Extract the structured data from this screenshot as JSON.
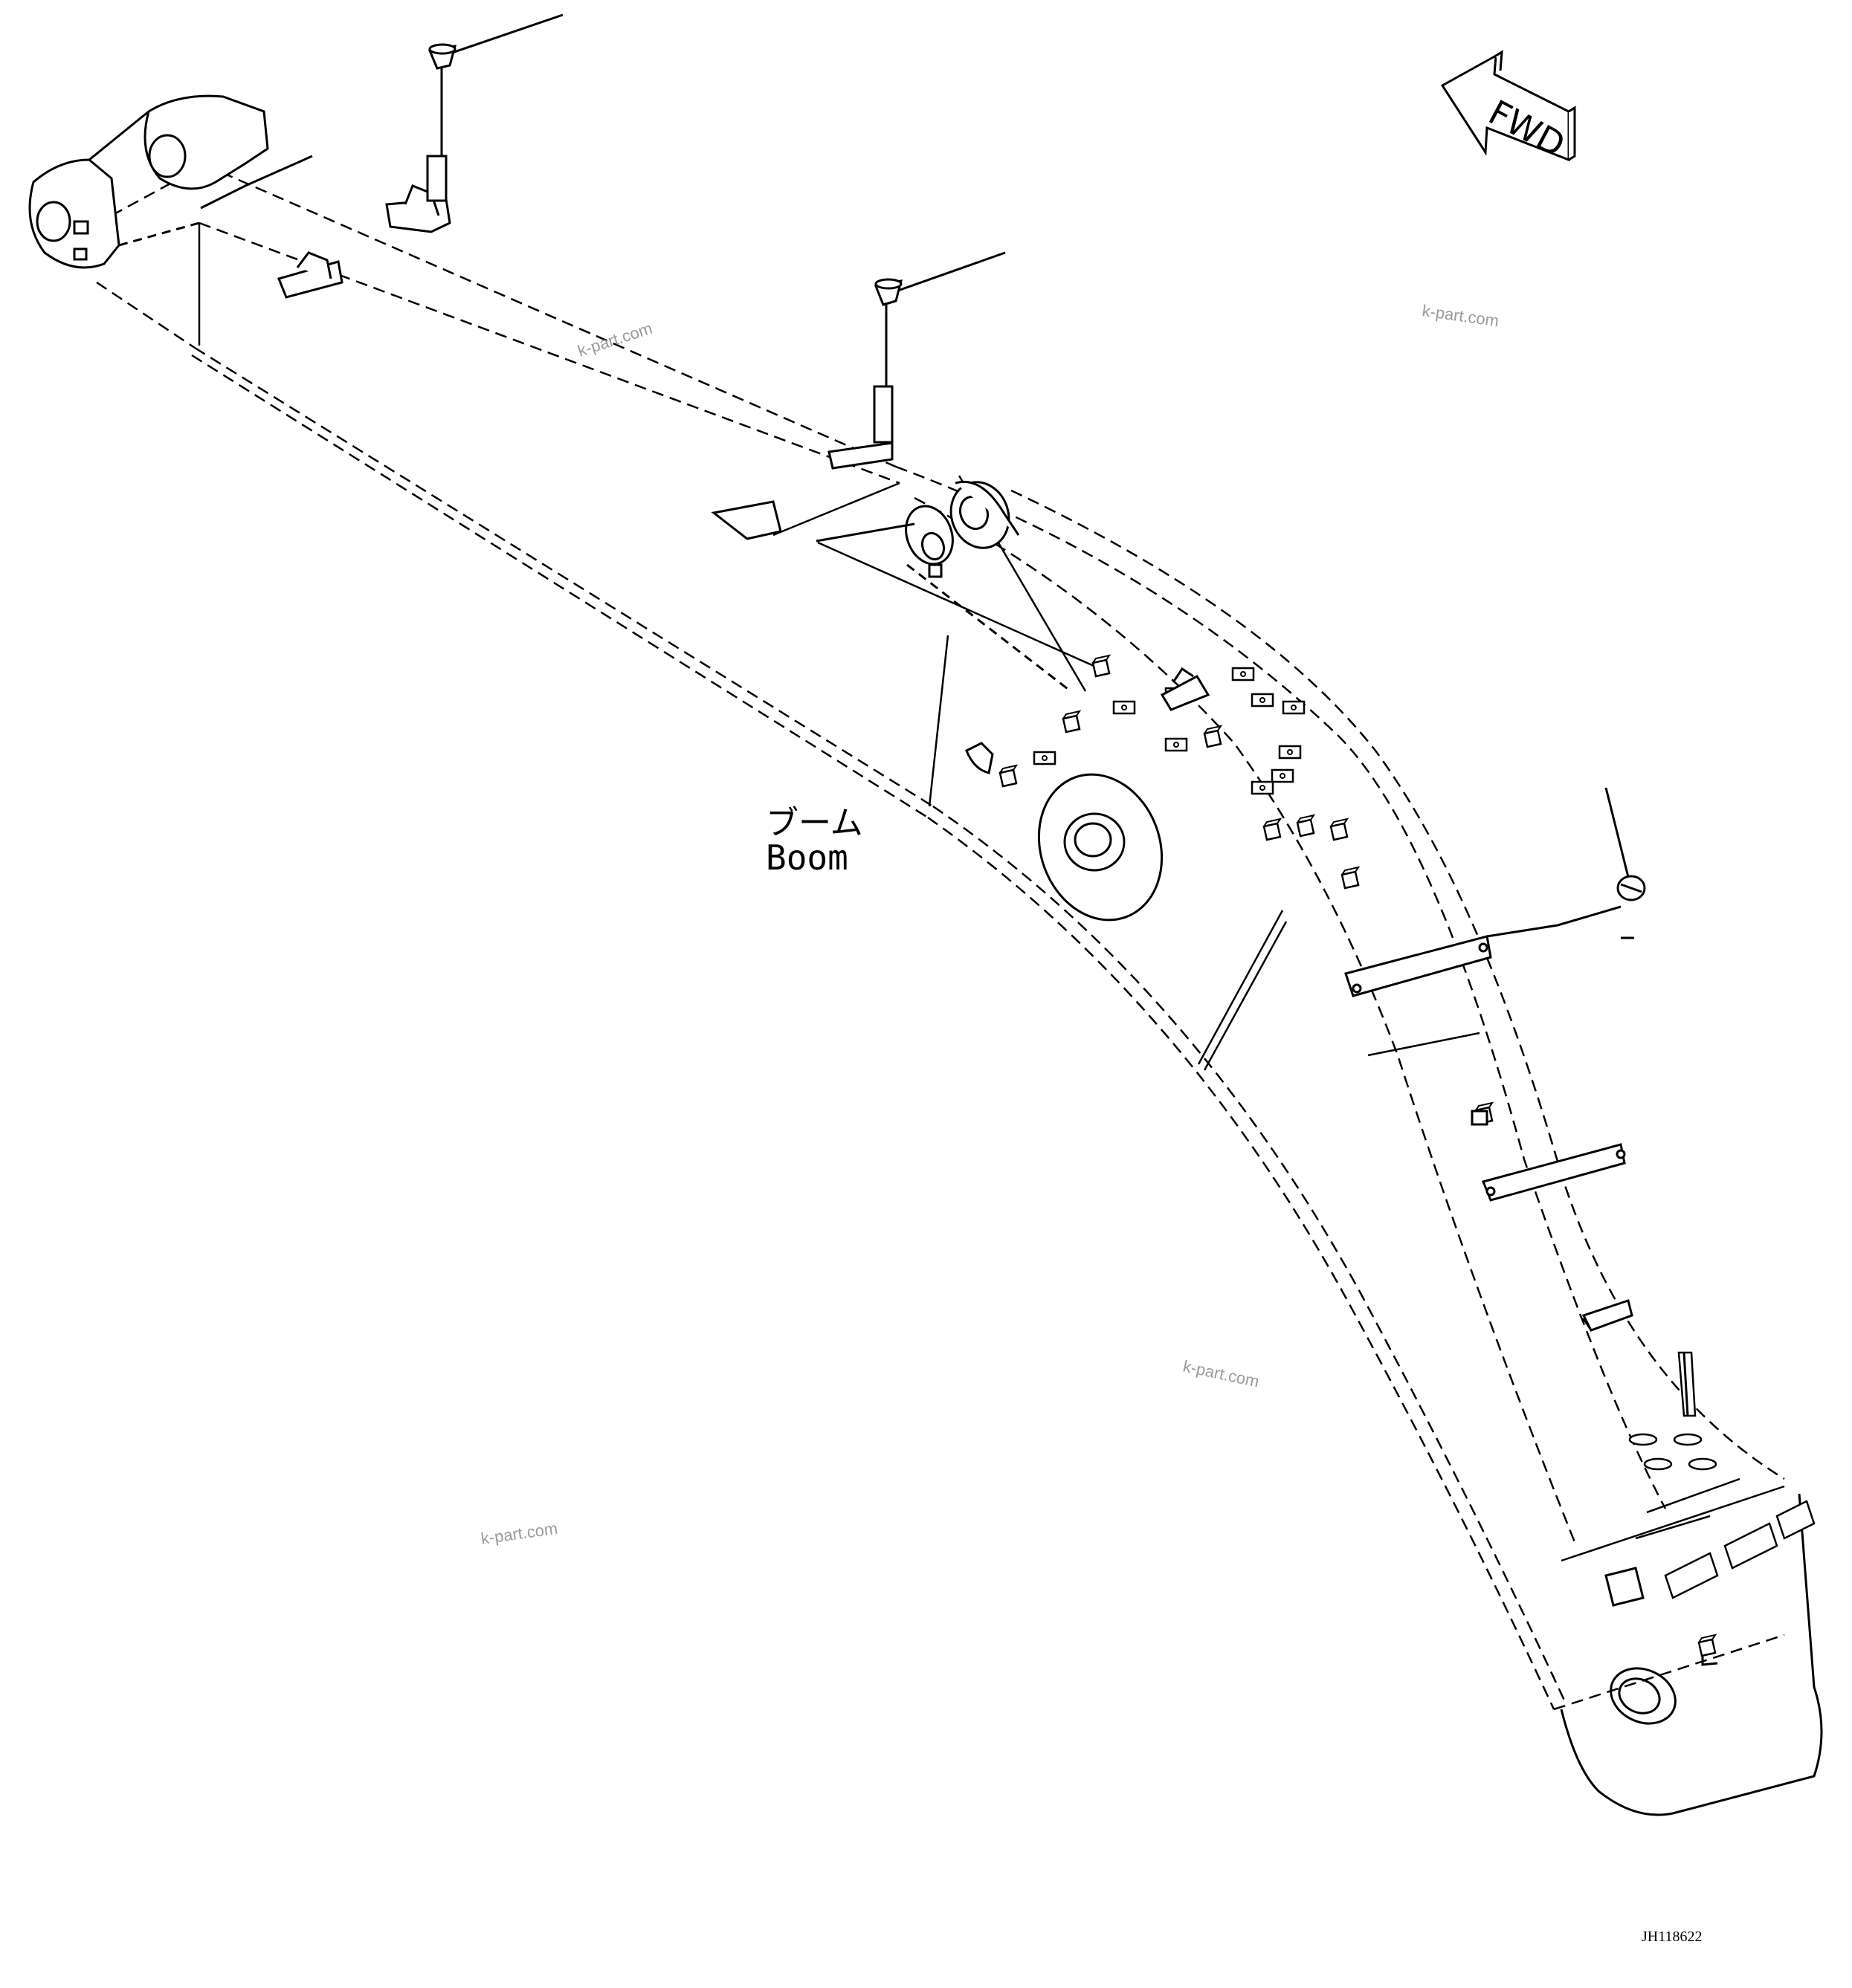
{
  "diagram": {
    "part_label_jp": "ブーム",
    "part_label_en": "Boom",
    "direction_label": "FWD",
    "drawing_code": "JH118622",
    "watermarks": [
      "k-part.com",
      "k-part.com",
      "k-part.com",
      "k-part.com"
    ]
  }
}
